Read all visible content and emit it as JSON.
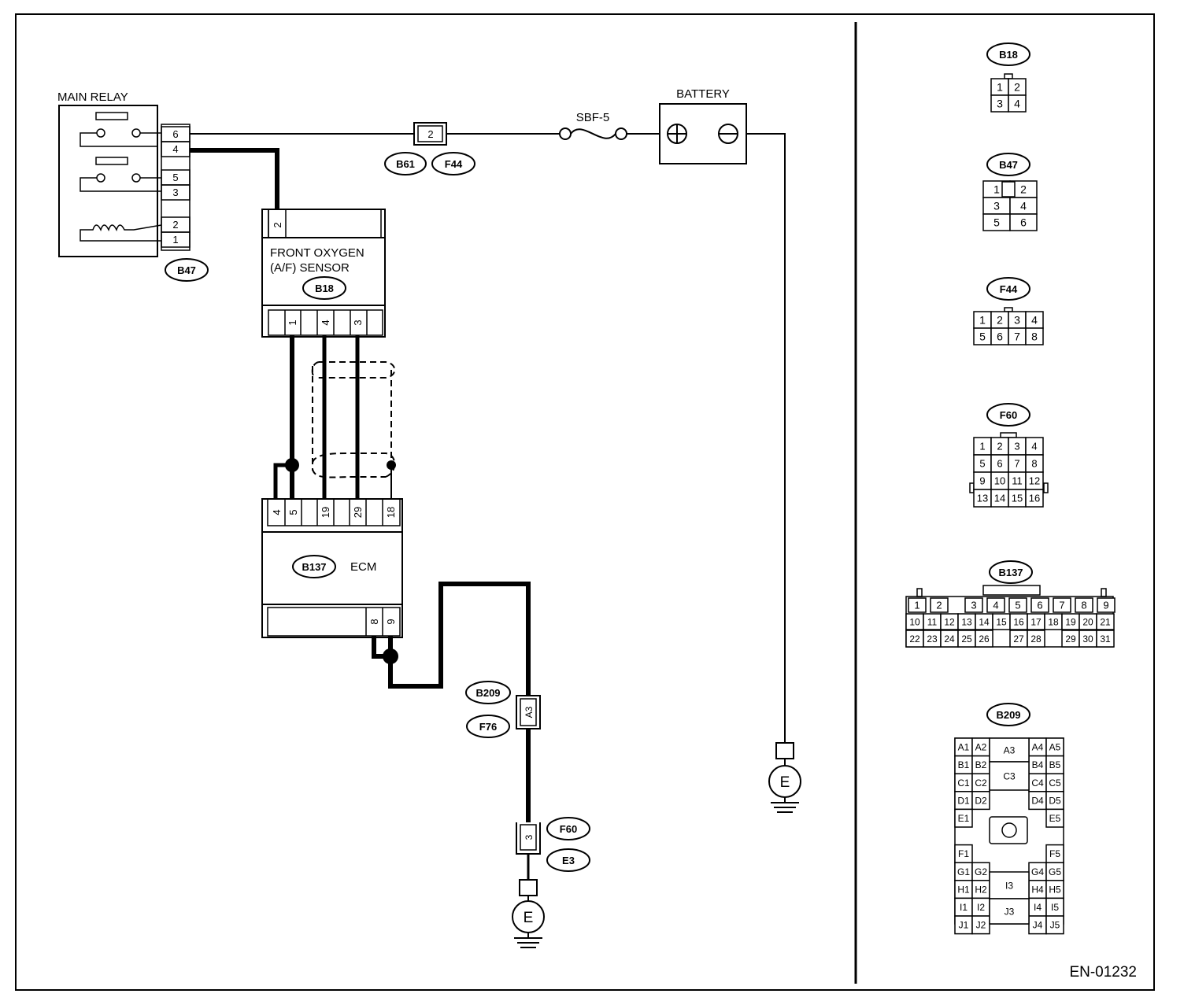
{
  "labels": {
    "main_relay": "MAIN RELAY",
    "battery": "BATTERY",
    "fuse": "SBF-5",
    "sensor_line1": "FRONT OXYGEN",
    "sensor_line2": "(A/F) SENSOR",
    "ecm": "ECM",
    "figure_ref": "EN-01232",
    "ground": "E",
    "battery_plus": "+",
    "battery_minus": "−"
  },
  "connector_tags": {
    "b47": "B47",
    "b61": "B61",
    "f44": "F44",
    "b18": "B18",
    "b137": "B137",
    "b209": "B209",
    "f76": "F76",
    "f60": "F60",
    "e3": "E3"
  },
  "pins": {
    "relay": [
      "6",
      "4",
      "5",
      "3",
      "2",
      "1"
    ],
    "fuse_conn": "2",
    "sensor_top": "2",
    "sensor_bottom": [
      "1",
      "4",
      "3"
    ],
    "ecm_top": [
      "4",
      "5",
      "19",
      "29",
      "18"
    ],
    "ecm_bottom": [
      "8",
      "9"
    ],
    "b209_pin": "A3",
    "f60_pin": "3"
  },
  "legend": {
    "b18": {
      "tag": "B18",
      "rows": [
        [
          "1",
          "2"
        ],
        [
          "3",
          "4"
        ]
      ]
    },
    "b47": {
      "tag": "B47",
      "rows": [
        [
          "1",
          "2"
        ],
        [
          "3",
          "4"
        ],
        [
          "5",
          "6"
        ]
      ]
    },
    "f44": {
      "tag": "F44",
      "rows": [
        [
          "1",
          "2",
          "3",
          "4"
        ],
        [
          "5",
          "6",
          "7",
          "8"
        ]
      ]
    },
    "f60": {
      "tag": "F60",
      "rows": [
        [
          "1",
          "2",
          "3",
          "4"
        ],
        [
          "5",
          "6",
          "7",
          "8"
        ],
        [
          "9",
          "10",
          "11",
          "12"
        ],
        [
          "13",
          "14",
          "15",
          "16"
        ]
      ]
    },
    "b137": {
      "tag": "B137",
      "rows": [
        [
          "1",
          "2",
          "3",
          "4",
          "5",
          "6",
          "7",
          "8",
          "9"
        ],
        [
          "10",
          "11",
          "12",
          "13",
          "14",
          "15",
          "16",
          "17",
          "18",
          "19",
          "20",
          "21"
        ],
        [
          "22",
          "23",
          "24",
          "25",
          "26",
          "27",
          "28",
          "29",
          "30",
          "31"
        ]
      ]
    },
    "b209": {
      "tag": "B209",
      "left": [
        [
          "A1",
          "A2"
        ],
        [
          "B1",
          "B2"
        ],
        [
          "C1",
          "C2"
        ],
        [
          "D1",
          "D2"
        ],
        [
          "E1"
        ],
        [
          "F1"
        ],
        [
          "G1",
          "G2"
        ],
        [
          "H1",
          "H2"
        ],
        [
          "I1",
          "I2"
        ],
        [
          "J1",
          "J2"
        ]
      ],
      "right": [
        [
          "A4",
          "A5"
        ],
        [
          "B4",
          "B5"
        ],
        [
          "C4",
          "C5"
        ],
        [
          "D4",
          "D5"
        ],
        [
          "E5"
        ],
        [
          "F5"
        ],
        [
          "G4",
          "G5"
        ],
        [
          "H4",
          "H5"
        ],
        [
          "I4",
          "I5"
        ],
        [
          "J4",
          "J5"
        ]
      ],
      "center": [
        "A3",
        "C3",
        "I3",
        "J3"
      ]
    }
  }
}
